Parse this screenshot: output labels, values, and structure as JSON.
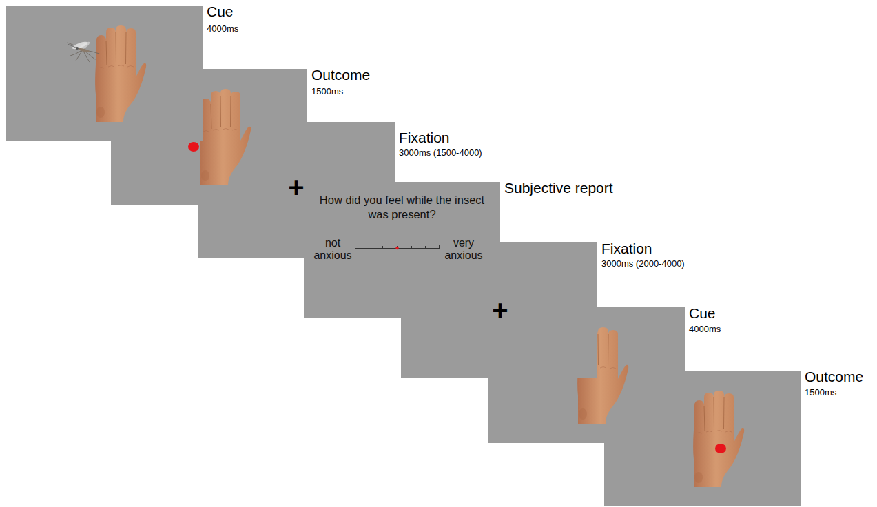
{
  "diagram": {
    "nodes": [
      {
        "text": [
          "Cue",
          "4000ms"
        ]
      },
      {
        "text": [
          "Outcome",
          "1500ms"
        ]
      },
      {
        "text": [
          "Fixation",
          "3000ms (1500-4000)",
          "+"
        ]
      },
      {
        "text": [
          "Subjective report",
          "How did you feel while the insect was present?",
          "not anxious",
          "very anxious"
        ]
      },
      {
        "text": [
          "Fixation",
          "3000ms (2000-4000)",
          "+"
        ]
      },
      {
        "text": [
          "Cue",
          "4000ms"
        ]
      },
      {
        "text": [
          "Outcome",
          "1500ms"
        ]
      }
    ]
  }
}
